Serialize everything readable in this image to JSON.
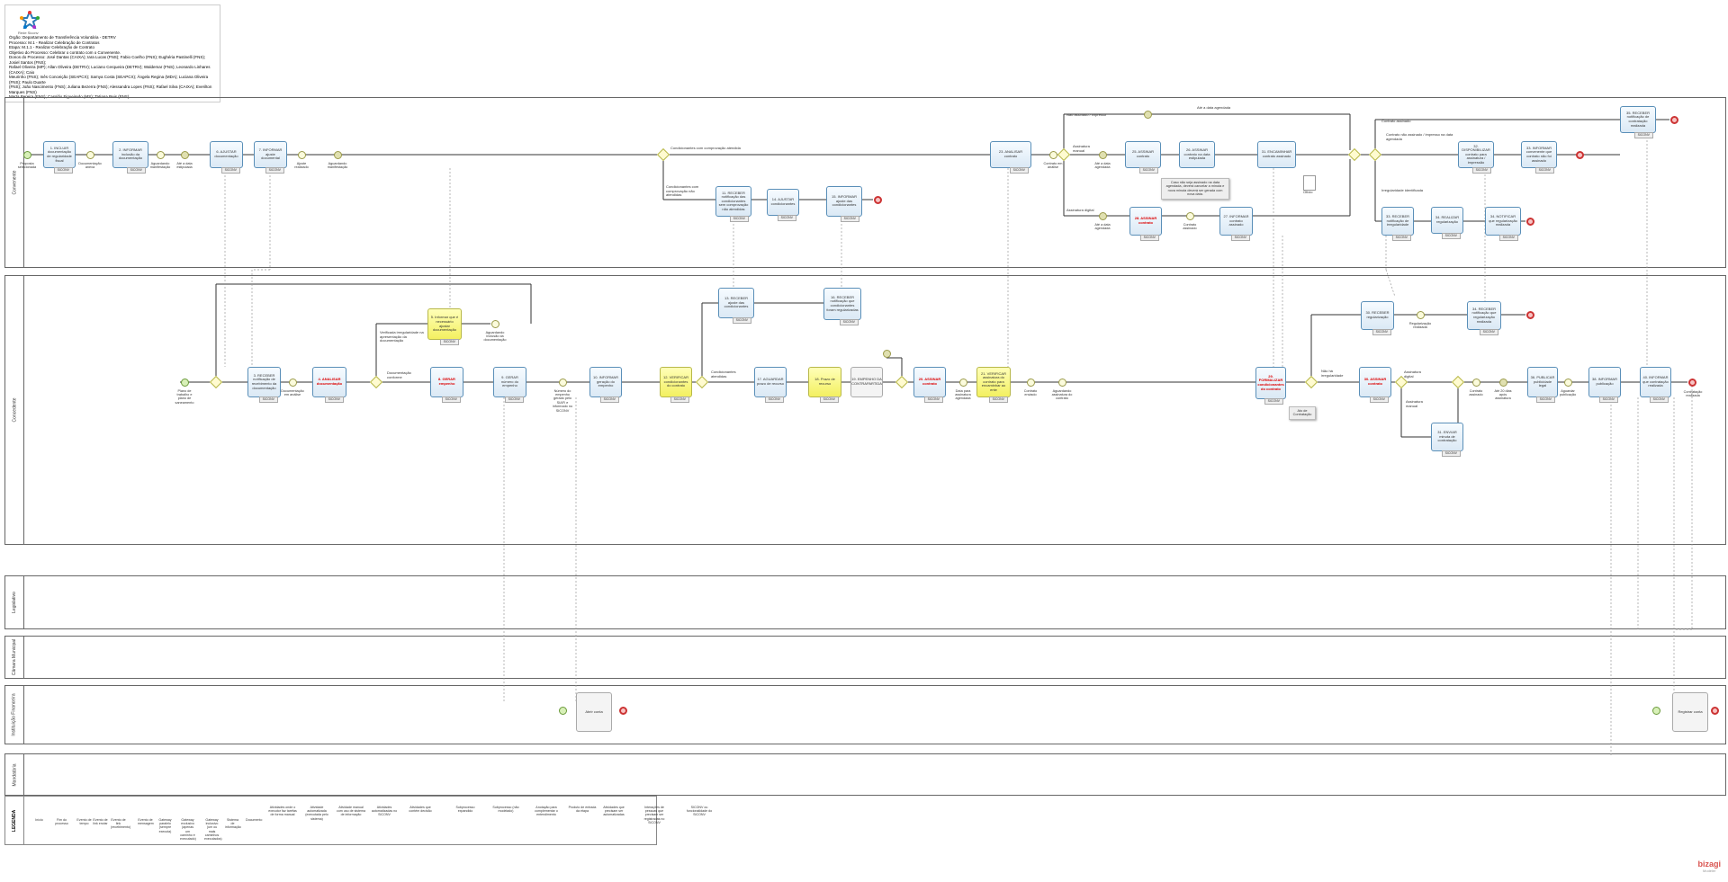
{
  "header": {
    "logo_text": "Rede Siconv",
    "lines": [
      "Órgão: Departamento de Transferência Voluntária - DETRV",
      "Processo: M.1 - Realizar Celebração de Contratos",
      "Etapa: M.1.1 - Realizar Celebração de Contrato",
      "Objetivo do Processo: Celebrar o contrato com o Convenente.",
      "Donos do Processo: José Dantas (CAIXA); Iara Lucas (FNS); Fabio Coelho (FNS); Eughéria Pastinelli (FNS); Josiel Santos (FNS);",
      "Rafael Oliveira (MP); Allan Oliveira (DETRV); Luciano Cerqueira (DETRV); Waldemar (FNS); Leonardo Linhares (CAIXA); Caio",
      "Meurinho (FNS); Inês Conceição (SEAPCX); Samya Costa (SEAPCX); Ângela Regina (MDA); Luciana Oliveira (FNS); Paulo Duarte",
      "(FNS); João Nascimento (FNS); Juliana Bezerra (FNS); Alessandra Lopes (FNS); Rafael Silva (CAIXA); Everilton Marques (FNS)",
      "Marta Pereira (FNS); Cassião Figueiredo (MS); Tatiana Reis (FNS)"
    ]
  },
  "pools": [
    {
      "label": "Convenente"
    },
    {
      "label": "Concedente"
    },
    {
      "label": "Legislativo"
    },
    {
      "label": "Câmara Municipal"
    },
    {
      "label": "Instituição Financeira"
    },
    {
      "label": "Mandatária"
    }
  ],
  "tasks": [
    {
      "label": "1. INCLUIR documentação de regularidade fiscal",
      "tag": "SICONV",
      "style": ""
    },
    {
      "label": "2. INFORMAR inclusão da documentação",
      "tag": "SICONV",
      "style": ""
    },
    {
      "label": "6. AJUSTAR documentação",
      "tag": "SICONV",
      "style": ""
    },
    {
      "label": "7. INFORMAR ajuste documental",
      "tag": "SICONV",
      "style": ""
    },
    {
      "label": "11. RECEBER notificação das condicionantes sem comprovação não atendidas",
      "tag": "SICONV",
      "style": ""
    },
    {
      "label": "14. AJUSTAR condicionantes",
      "tag": "SICONV",
      "style": ""
    },
    {
      "label": "15. INFORMAR ajuste das condicionantes",
      "tag": "SICONV",
      "style": ""
    },
    {
      "label": "23. ANALISAR contrato",
      "tag": "SICONV",
      "style": ""
    },
    {
      "label": "25. ASSINAR contrato",
      "tag": "SICONV",
      "style": ""
    },
    {
      "label": "26. ASSINAR contrato na data estipulada",
      "tag": "",
      "style": ""
    },
    {
      "label": "31. ENCAMINHAR contrato assinado",
      "tag": "",
      "style": ""
    },
    {
      "label": "28. ASSINAR contrato",
      "tag": "SICONV",
      "style": "red"
    },
    {
      "label": "27. INFORMAR contrato assinado",
      "tag": "SICONV",
      "style": ""
    },
    {
      "label": "35. RECEBER notificação de contratação realizada",
      "tag": "SICONV",
      "style": ""
    },
    {
      "label": "32. DISPONIBILIZAR contrato para assinatura / impressão",
      "tag": "SICONV",
      "style": ""
    },
    {
      "label": "33. INFORMAR convenente que contrato não foi assinado",
      "tag": "SICONV",
      "style": ""
    },
    {
      "label": "33. RECEBER notificação de irregularidade",
      "tag": "SICONV",
      "style": ""
    },
    {
      "label": "34. REALIZAR regularização",
      "tag": "SICONV",
      "style": ""
    },
    {
      "label": "34. NOTIFICAR que regularização realizada",
      "tag": "SICONV",
      "style": ""
    },
    {
      "label": "3. RECEBER notificação de recebimento da documentação",
      "tag": "SICONV",
      "style": ""
    },
    {
      "label": "4. ANALISAR documentação",
      "tag": "SICONV",
      "style": "red"
    },
    {
      "label": "5. Informar que é necessário ajustar documentação",
      "tag": "SICONV",
      "style": "yellow"
    },
    {
      "label": "8. GERAR empenho",
      "tag": "SICONV",
      "style": "red"
    },
    {
      "label": "9. GERAR número do empenho",
      "tag": "SICONV",
      "style": ""
    },
    {
      "label": "10. INFORMAR geração do empenho",
      "tag": "SICONV",
      "style": ""
    },
    {
      "label": "12. VERIFICAR condicionantes do contrato",
      "tag": "SICONV",
      "style": "yellow"
    },
    {
      "label": "13. RECEBER ajuste das condicionantes",
      "tag": "SICONV",
      "style": ""
    },
    {
      "label": "16. RECEBER notificação que condicionantes foram regularizadas",
      "tag": "SICONV",
      "style": ""
    },
    {
      "label": "17. AGUARDAR prazo de recurso",
      "tag": "SICONV",
      "style": ""
    },
    {
      "label": "18. Prazo de recurso",
      "tag": "SICONV",
      "style": "yellow"
    },
    {
      "label": "19. EMPENHO DA CONTRAPARTIDA",
      "tag": "",
      "style": "sub"
    },
    {
      "label": "20. ASSINAR contrato",
      "tag": "SICONV",
      "style": "red"
    },
    {
      "label": "21. VERIFICAR assinatura do contrato para encaminhar ao ente",
      "tag": "SICONV",
      "style": "yellow"
    },
    {
      "label": "29. FORMALIZAR condicionantes do contrato",
      "tag": "SICONV",
      "style": "red"
    },
    {
      "label": "30. ASSINAR contrato",
      "tag": "SICONV",
      "style": "red"
    },
    {
      "label": "30. RECEBER regularização",
      "tag": "SICONV",
      "style": ""
    },
    {
      "label": "34. RECEBER notificação que regularização realizada",
      "tag": "SICONV",
      "style": ""
    },
    {
      "label": "31. ENVIAR minuta de contratação",
      "tag": "SICONV",
      "style": ""
    },
    {
      "label": "36. PUBLICAR publicidade legal",
      "tag": "SICONV",
      "style": ""
    },
    {
      "label": "38. INFORMAR publicação",
      "tag": "SICONV",
      "style": ""
    },
    {
      "label": "40. INFORMAR que contratação realizada",
      "tag": "SICONV",
      "style": ""
    },
    {
      "label": "Abrir conta",
      "tag": "",
      "style": "sub"
    },
    {
      "label": "Registrar conta",
      "tag": "",
      "style": "sub"
    }
  ],
  "events": [
    {
      "label": "Proposta selecionada",
      "type": "start"
    },
    {
      "label": "Documentação anexa",
      "type": ""
    },
    {
      "label": "Aguardando manifestação",
      "type": ""
    },
    {
      "label": "Até a data estipulada",
      "type": "timer"
    },
    {
      "label": "Ajuste realizado",
      "type": ""
    },
    {
      "label": "Aguardando manifestação",
      "type": "timer"
    },
    {
      "label": "",
      "type": "end"
    },
    {
      "label": "Contrato em análise",
      "type": ""
    },
    {
      "label": "",
      "type": "timer"
    },
    {
      "label": "Até a data agendada",
      "type": "timer"
    },
    {
      "label": "Até a data agendada",
      "type": "timer"
    },
    {
      "label": "Contrato assinado",
      "type": ""
    },
    {
      "label": "",
      "type": "end"
    },
    {
      "label": "",
      "type": "end"
    },
    {
      "label": "",
      "type": "end"
    },
    {
      "label": "Plano de trabalho e plano de saneamento",
      "type": "start"
    },
    {
      "label": "Documentação em análise",
      "type": ""
    },
    {
      "label": "Aguardando inclusão da documentação",
      "type": ""
    },
    {
      "label": "Número do empenho gerado pelo SIAFI e informado no SICONV",
      "type": ""
    },
    {
      "label": "",
      "type": "timer"
    },
    {
      "label": "Data para assinatura agendada",
      "type": ""
    },
    {
      "label": "Contrato enviado",
      "type": ""
    },
    {
      "label": "Aguardando assinatura do contrato",
      "type": ""
    },
    {
      "label": "Regularização realizada",
      "type": ""
    },
    {
      "label": "",
      "type": "end"
    },
    {
      "label": "Contrato assinado",
      "type": ""
    },
    {
      "label": "Até 20 dias após assinatura",
      "type": "timer"
    },
    {
      "label": "Aguardar publicação",
      "type": ""
    },
    {
      "label": "Contratação realizada",
      "type": "end"
    },
    {
      "label": "",
      "type": "start"
    },
    {
      "label": "",
      "type": "end"
    },
    {
      "label": "",
      "type": "start"
    },
    {
      "label": "",
      "type": "end"
    }
  ],
  "gateway_labels": [
    "Condicionantes com comprovação atendida",
    "Condicionantes com comprovação não atendidas",
    "Não assinado / impresso",
    "Assinatura manual",
    "Assinatura digital",
    "Até a data agendada",
    "Contrato assinado",
    "Contrato não assinado / impresso na data agendada",
    "Irregularidade identificada",
    "Verificada irregularidade na apresentação da documentação",
    "Documentação conforme",
    "Condicionantes atendidas",
    "Não há irregularidade",
    "Assinatura digital",
    "Assinatura manual"
  ],
  "notes": [
    "Caso não seja assinado na data agendada, deverá cancelar a minuta e nova minuta deverá ser gerada com nova data.",
    "Ofício",
    "Ato de Contratação"
  ],
  "legend": {
    "title": "LEGENDA",
    "items": [
      "Início",
      "Fim do processo",
      "Evento de tempo",
      "Evento de link enviar",
      "Evento de link (recebimento)",
      "Evento de mensagem",
      "Gateway paralelo (sempre executa)",
      "Gateway exclusivo (apenas um caminho é executado)",
      "Gateway inclusivo (um ou mais caminhos executados)",
      "Sistema de informação",
      "Documento",
      "Atividades onde o executor faz tarefas de forma manual",
      "Atividade automatizada (executada pelo sistema)",
      "Atividade manual com uso de sistema de informação",
      "Atividades automatizadas no SICONV",
      "Atividades que contém decisão",
      "Subprocesso expandido",
      "Subprocesso (não modelado)",
      "Anotação para complementar o entendimento",
      "Produto de entrada da etapa",
      "Atividades que precisam ser automatizadas",
      "Interações de pessoas que precisam ser registradas no SICONV",
      "SICONV ou funcionalidade do SICONV"
    ]
  },
  "brand": {
    "name": "bizagi",
    "sub": "Modeler"
  }
}
